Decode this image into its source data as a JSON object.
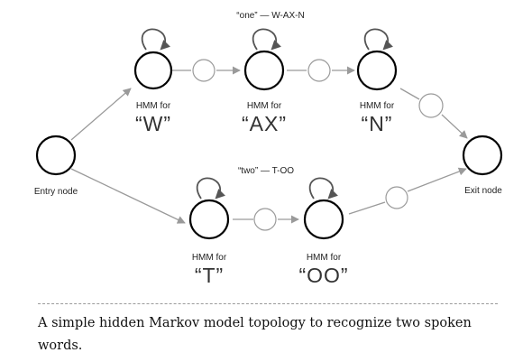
{
  "word_one": {
    "header": "“one” — W-AX-N"
  },
  "word_two": {
    "header": "“two” — T-OO"
  },
  "entry_node": {
    "label": "Entry node"
  },
  "exit_node": {
    "label": "Exit node"
  },
  "hmm_prefix": "HMM for",
  "phonemes": {
    "w": "“W”",
    "ax": "“AX”",
    "n": "“N”",
    "t": "“T”",
    "oo": "“OO”"
  },
  "caption": "A simple hidden Markov model topology to recognize two spoken words."
}
